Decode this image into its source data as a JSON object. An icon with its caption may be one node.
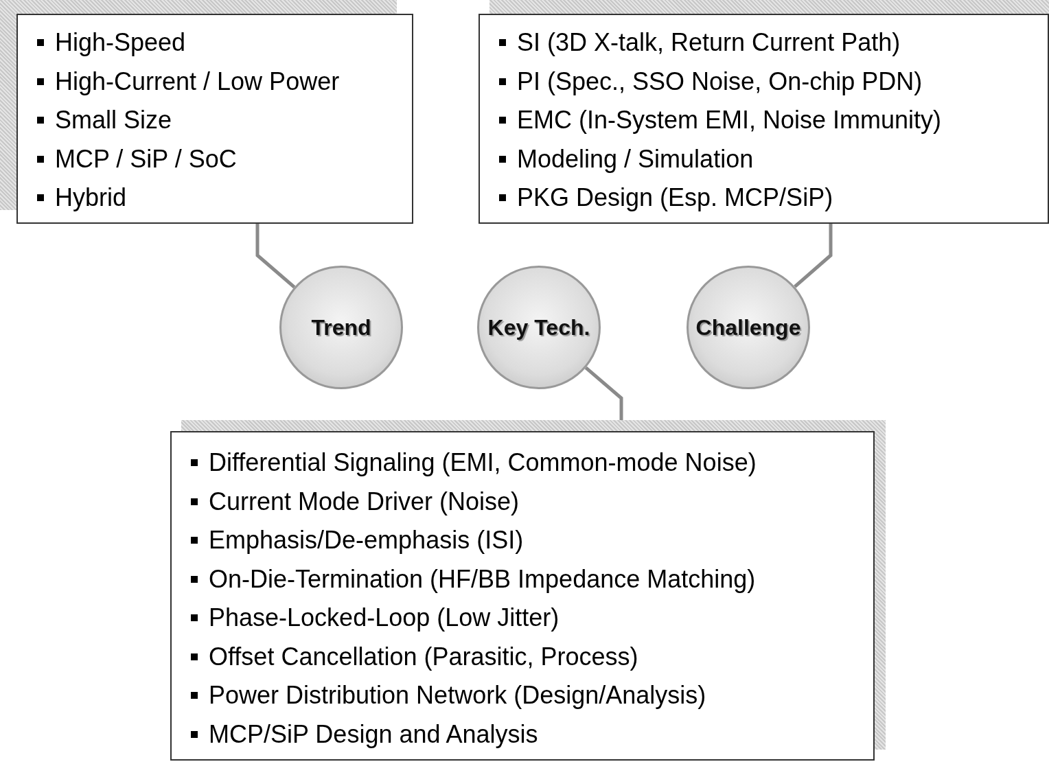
{
  "diagram": {
    "nodes": [
      {
        "text": [
          "High-Speed",
          "High-Current / Low Power",
          "Small Size",
          "MCP / SiP / SoC",
          "Hybrid"
        ]
      },
      {
        "text": [
          "SI (3D X-talk, Return Current Path)",
          "PI (Spec., SSO Noise, On-chip PDN)",
          "EMC (In-System EMI, Noise Immunity)",
          "Modeling / Simulation",
          "PKG Design (Esp. MCP/SiP)"
        ]
      },
      {
        "text": [
          "Trend"
        ]
      },
      {
        "text": [
          "Key Tech."
        ]
      },
      {
        "text": [
          "Challenge"
        ]
      },
      {
        "text": [
          "Differential Signaling (EMI, Common-mode Noise)",
          "Current Mode Driver (Noise)",
          "Emphasis/De-emphasis (ISI)",
          "On-Die-Termination (HF/BB Impedance Matching)",
          "Phase-Locked-Loop (Low Jitter)",
          "Offset Cancellation (Parasitic, Process)",
          "Power Distribution Network (Design/Analysis)",
          "MCP/SiP Design and Analysis"
        ]
      }
    ],
    "edges": [
      {
        "from": 2,
        "to": 0,
        "arrow": "none"
      },
      {
        "from": 4,
        "to": 1,
        "arrow": "none"
      },
      {
        "from": 3,
        "to": 5,
        "arrow": "none"
      }
    ]
  }
}
